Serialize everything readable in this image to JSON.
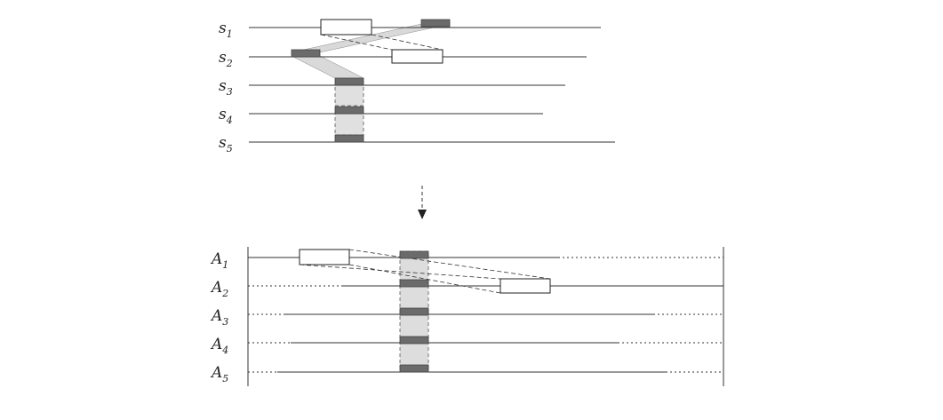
{
  "top_diagram": {
    "sequences": [
      {
        "name": "s",
        "index": "1"
      },
      {
        "name": "s",
        "index": "2"
      },
      {
        "name": "s",
        "index": "3"
      },
      {
        "name": "s",
        "index": "4"
      },
      {
        "name": "s",
        "index": "5"
      }
    ]
  },
  "bottom_diagram": {
    "rows": [
      {
        "name": "A",
        "index": "1"
      },
      {
        "name": "A",
        "index": "2"
      },
      {
        "name": "A",
        "index": "3"
      },
      {
        "name": "A",
        "index": "4"
      },
      {
        "name": "A",
        "index": "5"
      }
    ]
  },
  "colors": {
    "line": "#333333",
    "dark_block": "#6b6b6b",
    "light_band": "#d9d9d9"
  }
}
